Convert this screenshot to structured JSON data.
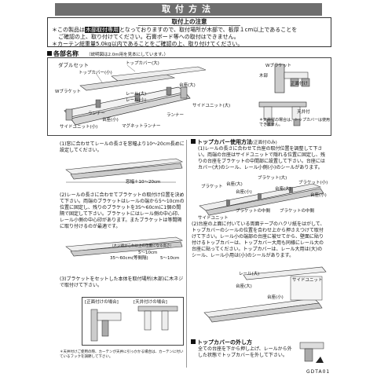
{
  "title": "取付方法",
  "notice": {
    "heading": "取付上の注意",
    "line1_prefix": "＊この製品は",
    "line1_highlight": "木部取付専用",
    "line1_suffix": "となっておりますので、取付場所が木部で、板厚１cm以上であることを",
    "line2": "ご確認の上、取り付けてください。石膏ボード等への取付はできません。",
    "line3": "＊カーテン総重量5.0kg以内であることをご確認の上、取り付けてください。"
  },
  "parts": {
    "heading": "各部名称",
    "sub": "（説明図は2.0m用を見本にしています。）",
    "double_set": "ダブルセット",
    "labels": {
      "top_cover_large": "トップカバー(大)",
      "top_cover_small": "トップカバー(小)",
      "bracket_w_left": "Wブラケット",
      "rail_large": "レール(大)",
      "bracket_holder_large": "台座(大)",
      "rail_small": "レール(小)",
      "side_unit_large": "サイドユニット(大)",
      "runner_left": "ランナー",
      "runner": "ランナー",
      "side_unit_small": "サイドユニット(小)",
      "bracket_holder_small": "台座(小)",
      "magnet_runner": "マグネットランナー",
      "w_bracket": "Wブラケット",
      "mokubu": "木部",
      "ceiling_mount": "正面付け",
      "ceiling_attach": "天井付",
      "ceiling_note": "＊天井付の場合は、トップカバーは使用できません。"
    }
  },
  "steps_left": {
    "s1": "(1)窓に合わせてレールの長さを窓幅より10～20cm長めに設定してください。",
    "s1_dim": "窓幅＋10～20cm",
    "s2": "(2)レールの長さに合わせてブラケットの取付け位置を決めて下さい。両端のブラケットはレールの端から5～10cmの位置に固定し、残りのブラケットを35～60cmに1個の間隔で固定して下さい。ブラケットにはレール側の中心印、レール小側の中心印があります。またブラケットは等間隔に取り付けるのが最適です。",
    "s2_dim1": "5～10cm",
    "s2_dim2": "35～60cm(等間隔)",
    "s2_dim3": "5～10cm",
    "s2_note": "（ネジ頭がこれ以上の位置になる高さ）",
    "s3": "(3)ブラケットをセットした本体を取付場所(木部)に木ネジで取付けて下さい。",
    "front_label": "[正面付けの場合]",
    "ceiling_label": "[天井付けの場合]",
    "footer_note": "＊天井付けご使用の際、カーテンが天井に引っかかる場合は、カーテンに付いているフックを調節して下さい。"
  },
  "steps_right": {
    "cover_heading": "トップカバー使用方法",
    "cover_sub": "(正面付のみ)",
    "c1": "(1)レールの長さに合わせて台座の取付位置を調整して下さい。両端の台座はサイドユニットで隠れる位置に固定し、残りの台座をブラケットの中間部に設置して下さい。台座にはカバー(大)のシール、レール小側(小)のシールがあります。",
    "c1_labels": [
      "ブラケット",
      "台座(大)",
      "ブラケット(大)",
      "台座(大)",
      "台座(小)",
      "ブラケット(小)",
      "台座(小)",
      "サイドユニット",
      "ブラケットの中間",
      "ブラケットの中間"
    ],
    "c2": "(2)台座の上面に付いている両面テープのハクリ紙をはがして、トップカバーのシールの位置を合わせ上から押さえつけて取付けて下さい。レール小の端部の台座に被せてから、壁面に貼り付けるトップカバーは、トップカバー大用も同様にレール大の台座に貼ってください。トップカバーは、レール大用は(大)のシール、レール小用は(小)のシールがあります。",
    "c2_labels": [
      "レール(大)",
      "サイドユニット",
      "台座(大)",
      "台座(小)"
    ],
    "release_heading": "トップカバーの外し方",
    "release": "全ての台座を下から押し上げ、レールから外した状態でトップカバーを外して下さい。",
    "code": "GDTA01"
  }
}
